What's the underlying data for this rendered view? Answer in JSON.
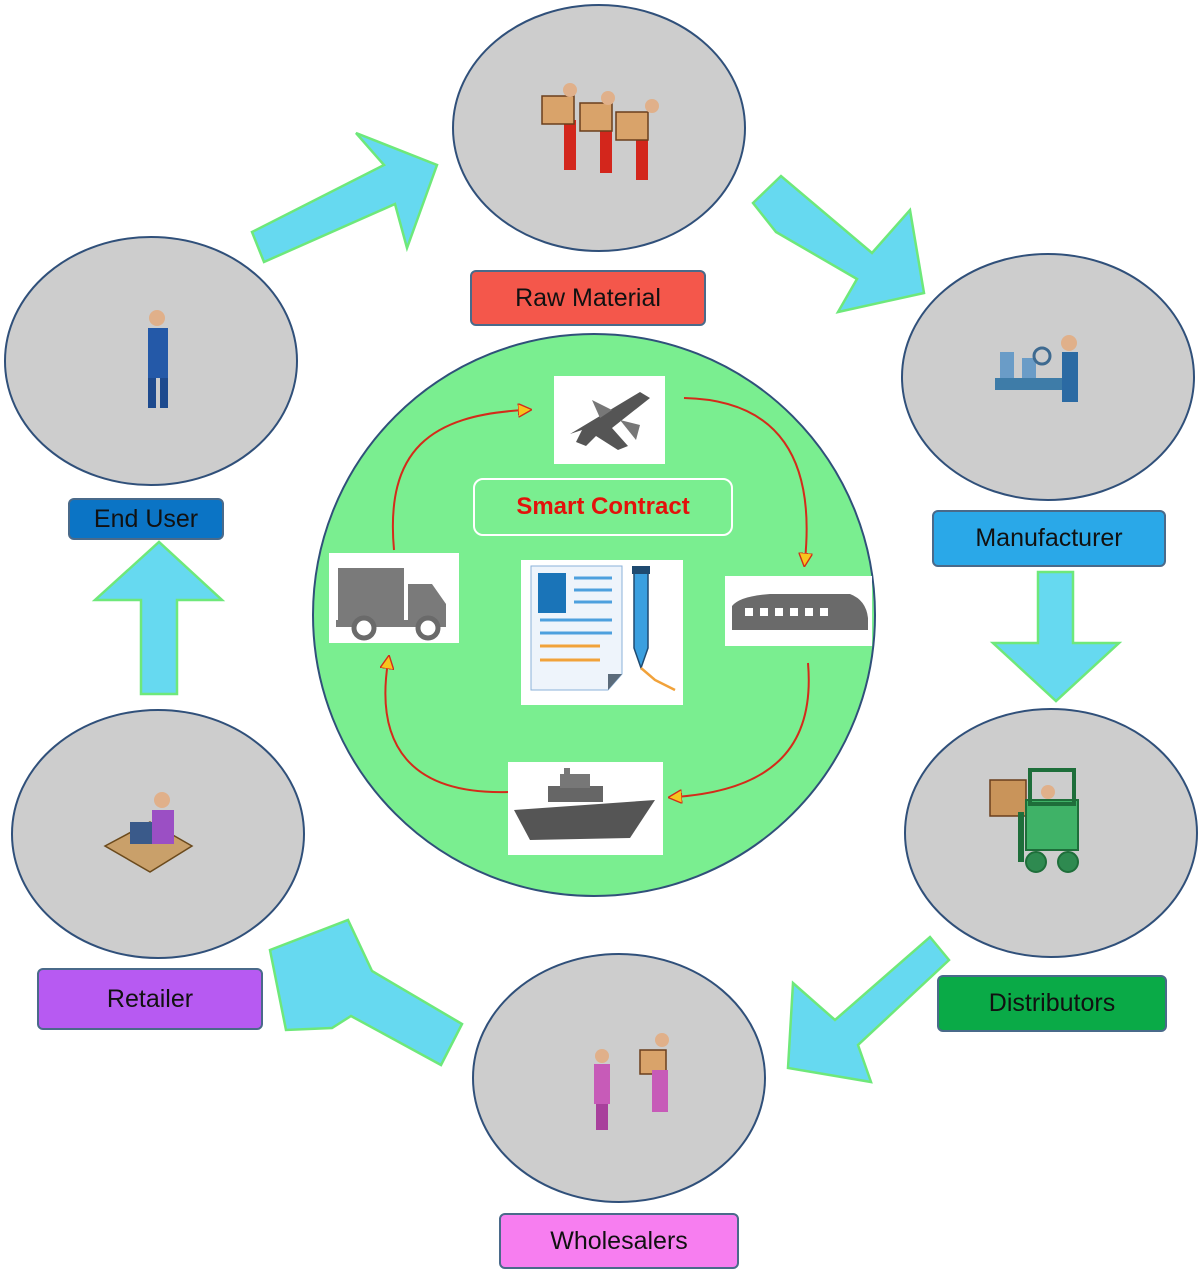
{
  "diagram": {
    "center_title": "Smart Contract",
    "stages": {
      "raw_material": "Raw Material",
      "manufacturer": "Manufacturer",
      "distributors": "Distributors",
      "wholesalers": "Wholesalers",
      "retailer": "Retailer",
      "end_user": "End User"
    },
    "colors": {
      "raw_material": "#f4574b",
      "manufacturer": "#2aa8e8",
      "distributors": "#0aaa47",
      "wholesalers": "#f77ef0",
      "retailer": "#b75af2",
      "end_user": "#0b74c5",
      "node_fill": "#cdcdcd",
      "node_stroke": "#30507a",
      "arrow_fill": "#66d9f0",
      "arrow_stroke": "#6ee87a",
      "center_fill": "#7aee90",
      "cycle_arrow": "#d42b1a",
      "cycle_head": "#f7c51c"
    },
    "icons": {
      "raw_material": "workers-carrying-boxes-icon",
      "manufacturer": "factory-worker-conveyor-icon",
      "distributors": "forklift-icon",
      "wholesalers": "handover-people-icon",
      "retailer": "person-at-computer-icon",
      "end_user": "standing-person-icon",
      "transport": [
        "airplane-icon",
        "train-icon",
        "ship-icon",
        "truck-icon"
      ],
      "contract": "contract-document-pen-icon"
    }
  }
}
